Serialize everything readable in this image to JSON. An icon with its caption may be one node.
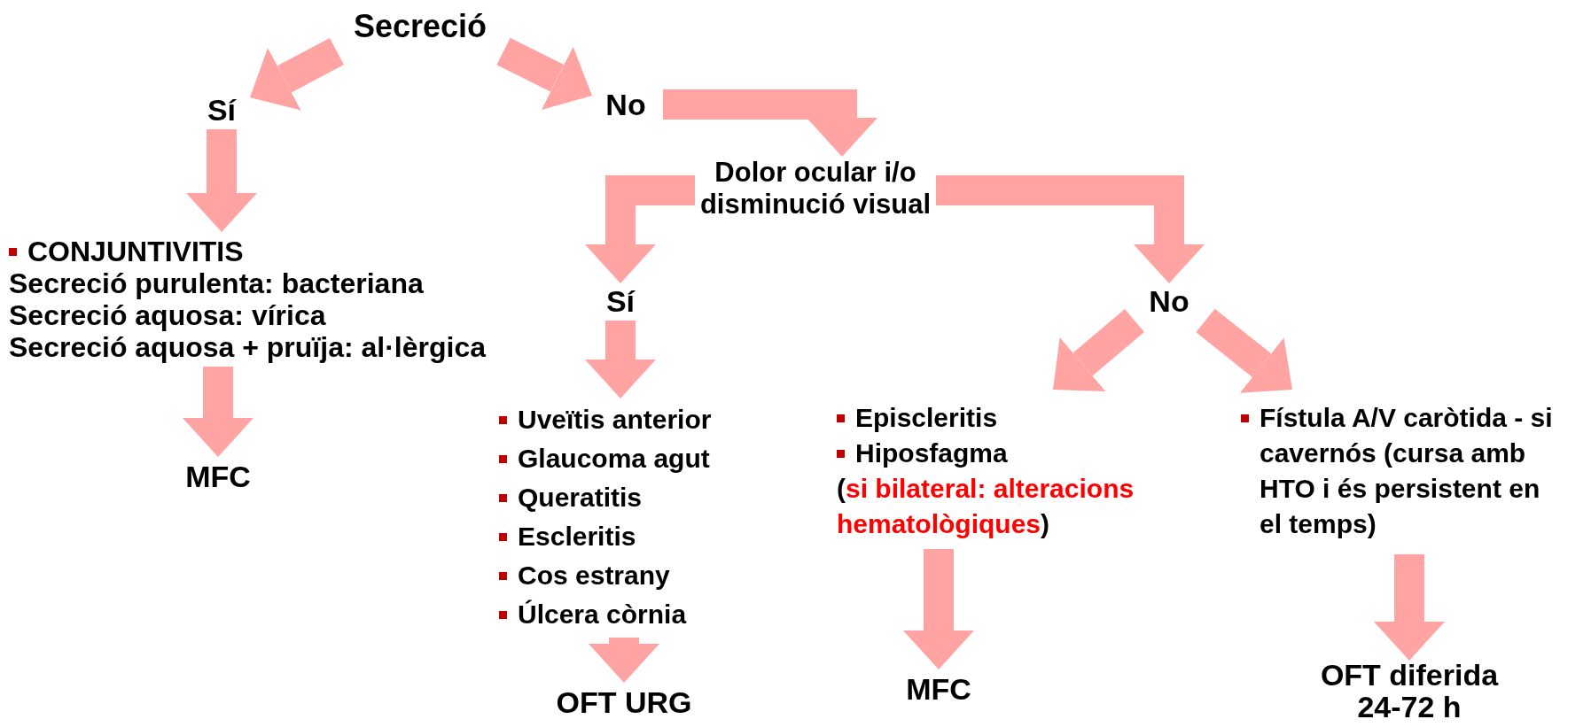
{
  "diagram": {
    "nodes": [
      {
        "text": [
          "Secreció"
        ]
      },
      {
        "text": [
          "Sí"
        ]
      },
      {
        "text": [
          "No"
        ]
      },
      {
        "text": [
          "Dolor ocular i/o disminució visual"
        ]
      },
      {
        "text": [
          "Sí"
        ]
      },
      {
        "text": [
          "No"
        ]
      },
      {
        "text": [
          "CONJUNTIVITIS",
          "Secreció purulenta: bacteriana",
          "Secreció aquosa: vírica",
          "Secreció aquosa + pruïja: al·lèrgica"
        ]
      },
      {
        "text": [
          "MFC"
        ]
      },
      {
        "text": [
          "Uveïtis anterior",
          "Glaucoma agut",
          "Queratitis",
          "Escleritis",
          "Cos estrany",
          "Úlcera còrnia"
        ]
      },
      {
        "text": [
          "OFT URG"
        ]
      },
      {
        "text": [
          "Episcleritis",
          "Hiposfagma",
          "(",
          "si bilateral: alteracions hematològiques",
          ")"
        ]
      },
      {
        "text": [
          "MFC"
        ]
      },
      {
        "text": [
          "Fístula A/V caròtida - si cavernós (cursa amb HTO i és persistent en el temps)"
        ]
      },
      {
        "text": [
          "OFT diferida 24-72 h"
        ]
      }
    ],
    "edges": [
      {
        "from": 0,
        "to": 1,
        "arrow": "to"
      },
      {
        "from": 0,
        "to": 2,
        "arrow": "to"
      },
      {
        "from": 2,
        "to": 3,
        "arrow": "to"
      },
      {
        "from": 3,
        "to": 4,
        "arrow": "to"
      },
      {
        "from": 3,
        "to": 5,
        "arrow": "to"
      },
      {
        "from": 1,
        "to": 6,
        "arrow": "to"
      },
      {
        "from": 6,
        "to": 7,
        "arrow": "to"
      },
      {
        "from": 4,
        "to": 8,
        "arrow": "to"
      },
      {
        "from": 8,
        "to": 9,
        "arrow": "to"
      },
      {
        "from": 5,
        "to": 10,
        "arrow": "to"
      },
      {
        "from": 5,
        "to": 12,
        "arrow": "to"
      },
      {
        "from": 10,
        "to": 11,
        "arrow": "to"
      },
      {
        "from": 12,
        "to": 13,
        "arrow": "to"
      }
    ]
  }
}
